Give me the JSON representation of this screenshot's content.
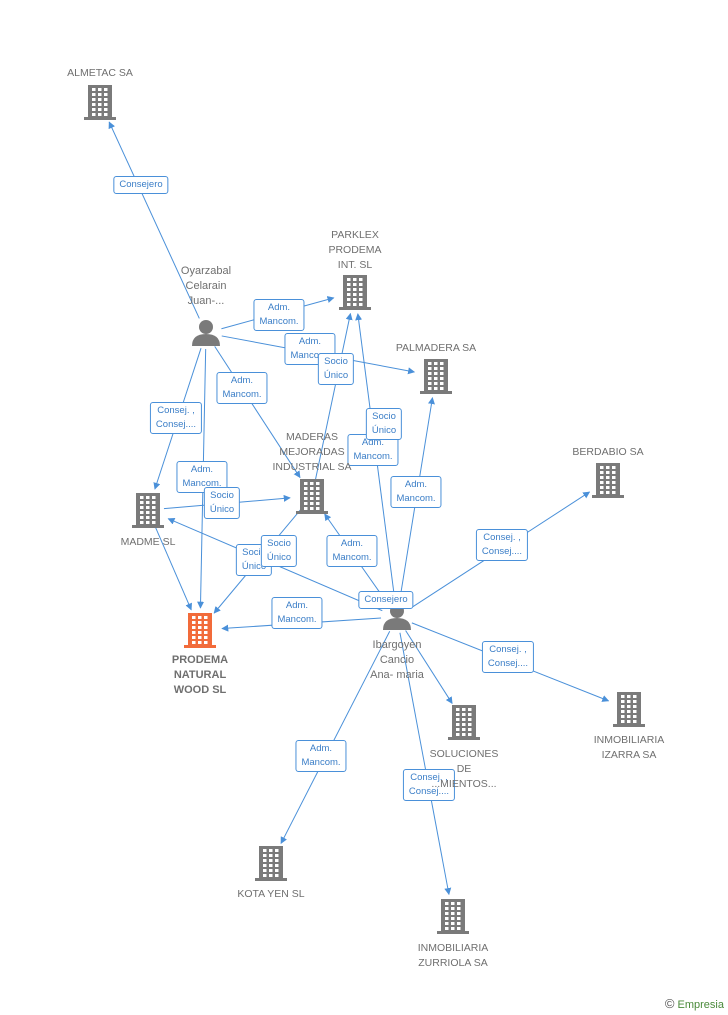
{
  "nodes": [
    {
      "id": "almetac",
      "type": "company",
      "label": "ALMETAC SA",
      "color": "#7a7a7a"
    },
    {
      "id": "parklex",
      "type": "company",
      "label": "PARKLEX\nPRODEMA\nINT.  SL",
      "color": "#7a7a7a"
    },
    {
      "id": "palmadera",
      "type": "company",
      "label": "PALMADERA SA",
      "color": "#7a7a7a"
    },
    {
      "id": "maderas",
      "type": "company",
      "label": "MADERAS\nMEJORADAS\nINDUSTRIAL SA",
      "color": "#7a7a7a"
    },
    {
      "id": "berdabio",
      "type": "company",
      "label": "BERDABIO SA",
      "color": "#7a7a7a"
    },
    {
      "id": "madme",
      "type": "company",
      "label": "MADME SL",
      "color": "#7a7a7a"
    },
    {
      "id": "prodema",
      "type": "company",
      "label": "PRODEMA\nNATURAL\nWOOD  SL",
      "color": "#f26b3a",
      "highlight": true
    },
    {
      "id": "soluciones",
      "type": "company",
      "label": "SOLUCIONES\nDE\n...MIENTOS...",
      "color": "#7a7a7a"
    },
    {
      "id": "izarra",
      "type": "company",
      "label": "INMOBILIARIA\nIZARRA SA",
      "color": "#7a7a7a"
    },
    {
      "id": "kota",
      "type": "company",
      "label": "KOTA YEN  SL",
      "color": "#7a7a7a"
    },
    {
      "id": "zurriola",
      "type": "company",
      "label": "INMOBILIARIA\nZURRIOLA SA",
      "color": "#7a7a7a"
    },
    {
      "id": "oyarzabal",
      "type": "person",
      "label": "Oyarzabal\nCelarain\nJuan-...",
      "color": "#7a7a7a"
    },
    {
      "id": "ibargoyen",
      "type": "person",
      "label": "Ibargoyen\nCancio\nAna- maria",
      "color": "#7a7a7a"
    }
  ],
  "edges": [
    {
      "from": "oyarzabal",
      "to": "almetac",
      "label": "Consejero"
    },
    {
      "from": "oyarzabal",
      "to": "parklex",
      "label": "Adm.\nMancom."
    },
    {
      "from": "oyarzabal",
      "to": "palmadera",
      "label": "Adm.\nMancom."
    },
    {
      "from": "oyarzabal",
      "to": "maderas",
      "label": "Adm.\nMancom."
    },
    {
      "from": "oyarzabal",
      "to": "madme",
      "label": "Consej. ,\nConsej...."
    },
    {
      "from": "oyarzabal",
      "to": "prodema",
      "label": "Adm.\nMancom."
    },
    {
      "from": "madme",
      "to": "maderas",
      "label": "Socio\nÚnico"
    },
    {
      "from": "madme",
      "to": "prodema",
      "label": "Socio\nÚnico"
    },
    {
      "from": "maderas",
      "to": "parklex",
      "label": "Socio\nÚnico"
    },
    {
      "from": "ibargoyen",
      "to": "parklex",
      "label": "Adm.\nMancom."
    },
    {
      "from": "ibargoyen",
      "to": "palmadera",
      "label": "Adm.\nMancom."
    },
    {
      "from": "ibargoyen",
      "to": "maderas",
      "label": "Adm.\nMancom."
    },
    {
      "from": "ibargoyen",
      "to": "berdabio",
      "label": "Consej. ,\nConsej...."
    },
    {
      "from": "ibargoyen",
      "to": "prodema",
      "label": "Adm.\nMancom."
    },
    {
      "from": "ibargoyen",
      "to": "madme",
      "label": "Consejero"
    },
    {
      "from": "ibargoyen",
      "to": "izarra",
      "label": "Consej. ,\nConsej...."
    },
    {
      "from": "ibargoyen",
      "to": "soluciones",
      "label": "Socio\nÚnico"
    },
    {
      "from": "ibargoyen",
      "to": "kota",
      "label": "Adm.\nMancom."
    },
    {
      "from": "ibargoyen",
      "to": "zurriola",
      "label": "Consej. ,\nConsej...."
    },
    {
      "from": "maderas",
      "to": "prodema",
      "label": "Socio\nÚnico"
    }
  ],
  "credit": {
    "symbol": "©",
    "brand": "Empresia"
  },
  "colors": {
    "edge": "#4a90d9",
    "node": "#7a7a7a",
    "highlight": "#f26b3a"
  }
}
